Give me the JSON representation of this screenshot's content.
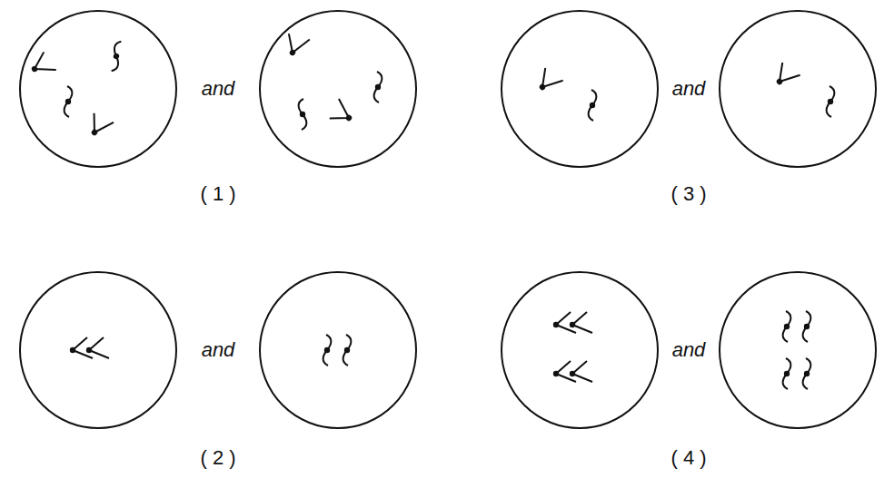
{
  "diagram": {
    "labels": [
      "and",
      "and",
      "( 1 )",
      "( 3 )",
      "and",
      "and",
      "( 2 )",
      "( 4 )"
    ]
  }
}
